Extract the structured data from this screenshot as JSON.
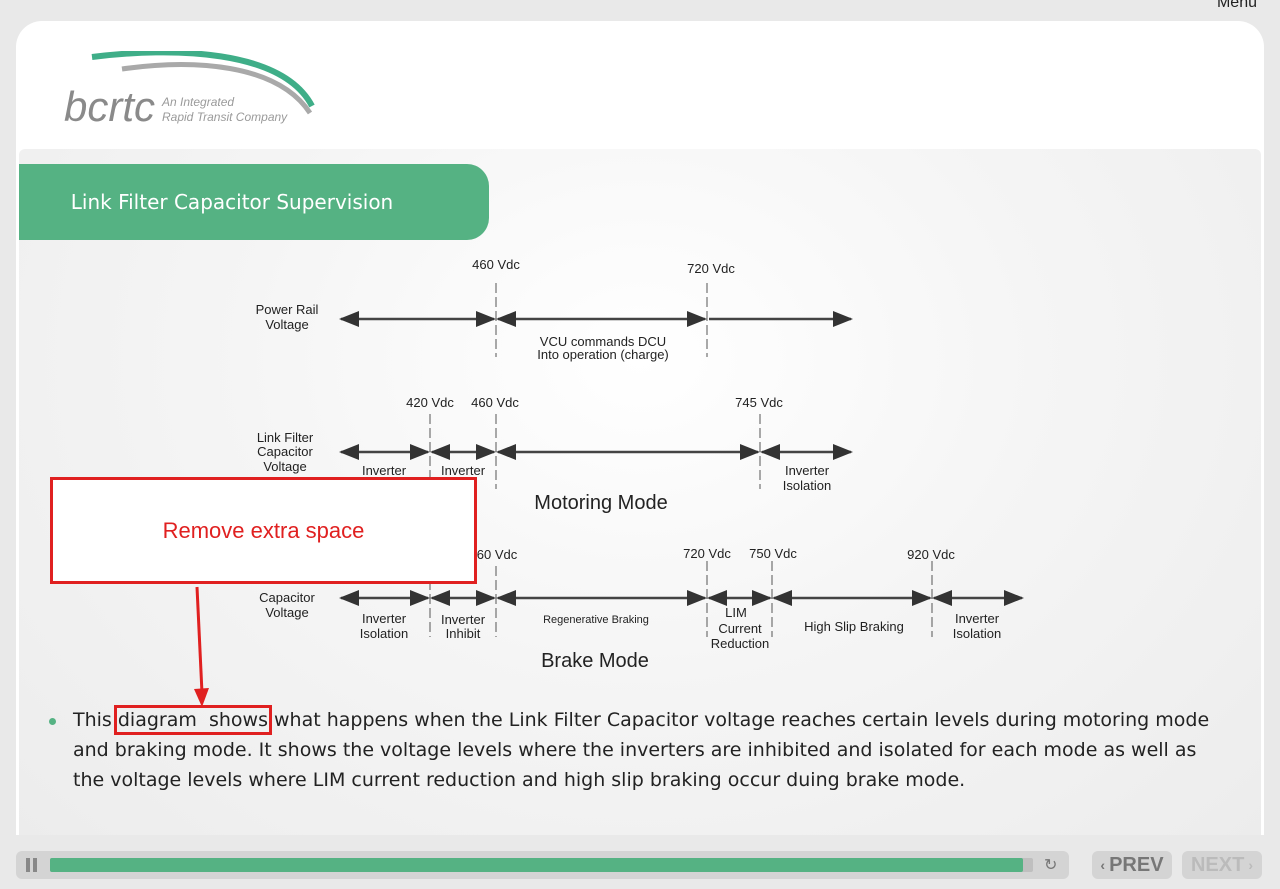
{
  "menu_label": "Menu",
  "logo": {
    "wordmark": "bcrtc",
    "tagline_1": "An Integrated",
    "tagline_2": "Rapid Transit Company"
  },
  "slide_title": "Link Filter Capacitor Supervision",
  "diagram": {
    "row1": {
      "label_1": "Power Rail",
      "label_2": "Voltage",
      "v1": "460 Vdc",
      "v2": "720 Vdc",
      "seg_text_1": "VCU commands DCU",
      "seg_text_2": "Into operation (charge)"
    },
    "row2": {
      "label_1": "Link Filter",
      "label_2": "Capacitor",
      "label_3": "Voltage",
      "v1": "420 Vdc",
      "v2": "460 Vdc",
      "v3": "745 Vdc",
      "seg_a": "Inverter",
      "seg_b": "Inverter",
      "seg_iso_1": "Inverter",
      "seg_iso_2": "Isolation",
      "mode": "Motoring Mode"
    },
    "row3": {
      "label_2": "Capacitor",
      "label_3": "Voltage",
      "v2": "60 Vdc",
      "v3": "720 Vdc",
      "v4": "750 Vdc",
      "v5": "920 Vdc",
      "seg1_1": "Inverter",
      "seg1_2": "Isolation",
      "seg2_1": "Inverter",
      "seg2_2": "Inhibit",
      "seg3": "Regenerative Braking",
      "seg4_1": "LIM",
      "seg4_2": "Current",
      "seg4_3": "Reduction",
      "seg5": "High Slip Braking",
      "seg6_1": "Inverter",
      "seg6_2": "Isolation",
      "mode": "Brake Mode"
    }
  },
  "callout_text": "Remove extra space",
  "bullet": {
    "pre": "This ",
    "highlight": "diagram  shows",
    "post": " what happens when the Link Filter Capacitor voltage reaches certain levels during motoring mode and braking mode. It shows the voltage levels where the inverters are inhibited and isolated for each mode as well as the voltage levels where LIM current reduction and high slip braking occur duing brake mode."
  },
  "player": {
    "progress": 0.99,
    "prev_label": "PREV",
    "next_label": "NEXT"
  },
  "colors": {
    "accent": "#55b283",
    "callout": "#e02020"
  }
}
